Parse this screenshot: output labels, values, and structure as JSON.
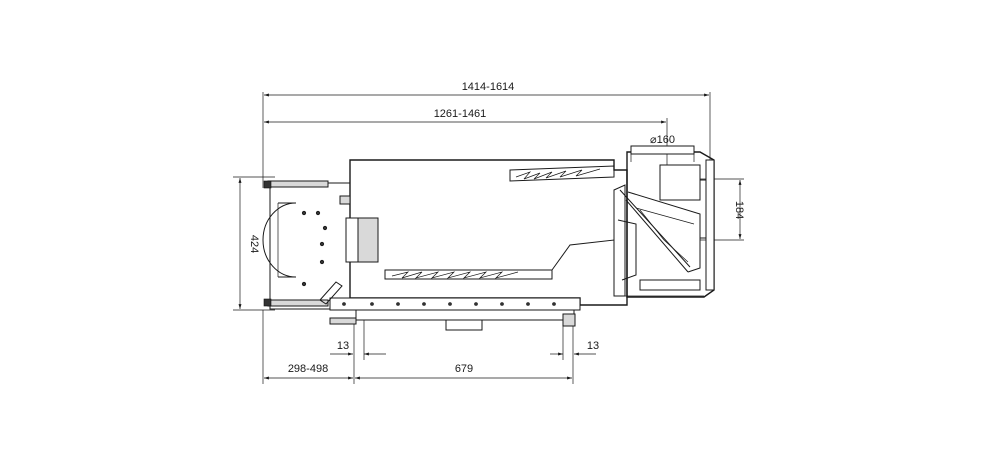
{
  "dimensions": {
    "overall_width": "1414-1614",
    "body_width": "1261-1461",
    "flue_diameter": "⌀160",
    "outlet_height": "184",
    "overall_height": "424",
    "front_depth": "298-498",
    "glass_width": "679",
    "left_offset": "13",
    "right_offset": "13"
  },
  "colors": {
    "line": "#1a1a1a",
    "fill": "#d9d9d9",
    "background": "#ffffff"
  }
}
